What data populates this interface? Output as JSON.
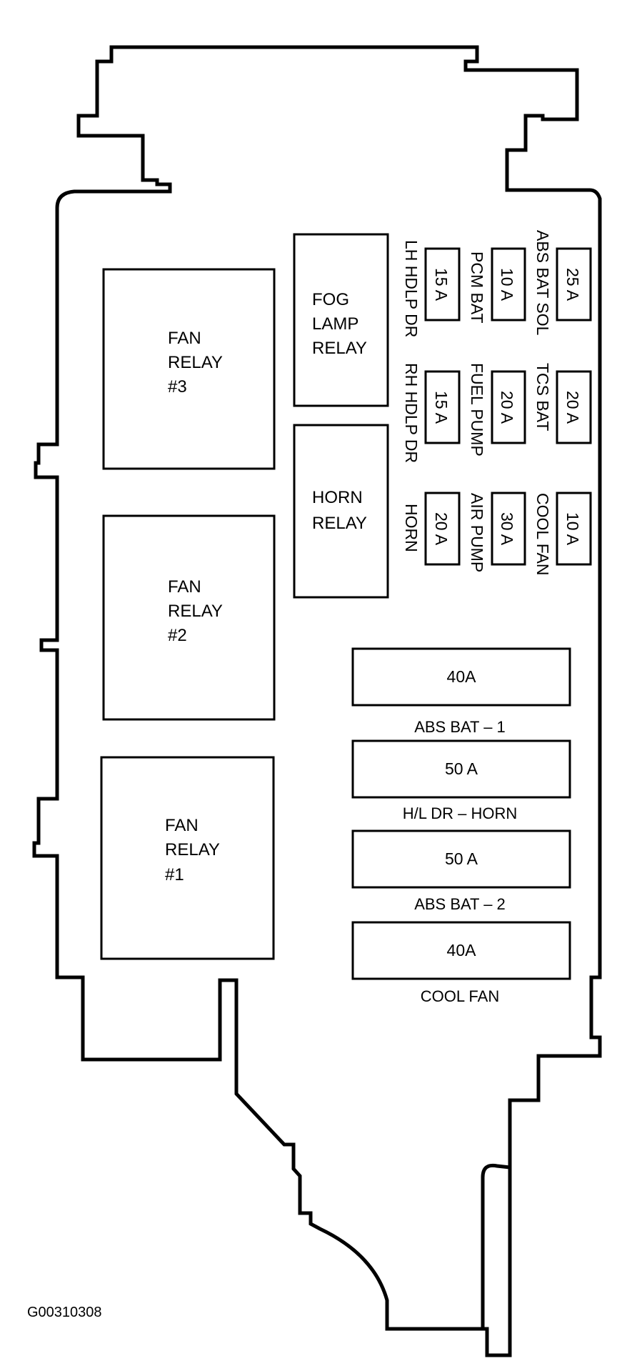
{
  "relays": {
    "fan3": [
      "FAN",
      "RELAY",
      "#3"
    ],
    "fan2": [
      "FAN",
      "RELAY",
      "#2"
    ],
    "fan1": [
      "FAN",
      "RELAY",
      "#1"
    ],
    "fog": [
      "FOG",
      "LAMP",
      "RELAY"
    ],
    "horn": [
      "HORN",
      "RELAY"
    ]
  },
  "mini_fuses": [
    {
      "rating": "25 A",
      "circuit": "ABS BAT SOL"
    },
    {
      "rating": "10 A",
      "circuit": "PCM BAT"
    },
    {
      "rating": "15 A",
      "circuit": "LH HDLP DR"
    },
    {
      "rating": "20 A",
      "circuit": "TCS BAT"
    },
    {
      "rating": "20 A",
      "circuit": "FUEL PUMP"
    },
    {
      "rating": "15 A",
      "circuit": "RH HDLP DR"
    },
    {
      "rating": "10 A",
      "circuit": "COOL FAN"
    },
    {
      "rating": "30 A",
      "circuit": "AIR PUMP"
    },
    {
      "rating": "20 A",
      "circuit": "HORN"
    }
  ],
  "maxi_fuses": [
    {
      "rating": "40A",
      "circuit": "ABS BAT – 1"
    },
    {
      "rating": "50 A",
      "circuit": "H/L DR – HORN"
    },
    {
      "rating": "50 A",
      "circuit": "ABS BAT – 2"
    },
    {
      "rating": "40A",
      "circuit": "COOL FAN"
    }
  ],
  "figure_code": "G00310308"
}
